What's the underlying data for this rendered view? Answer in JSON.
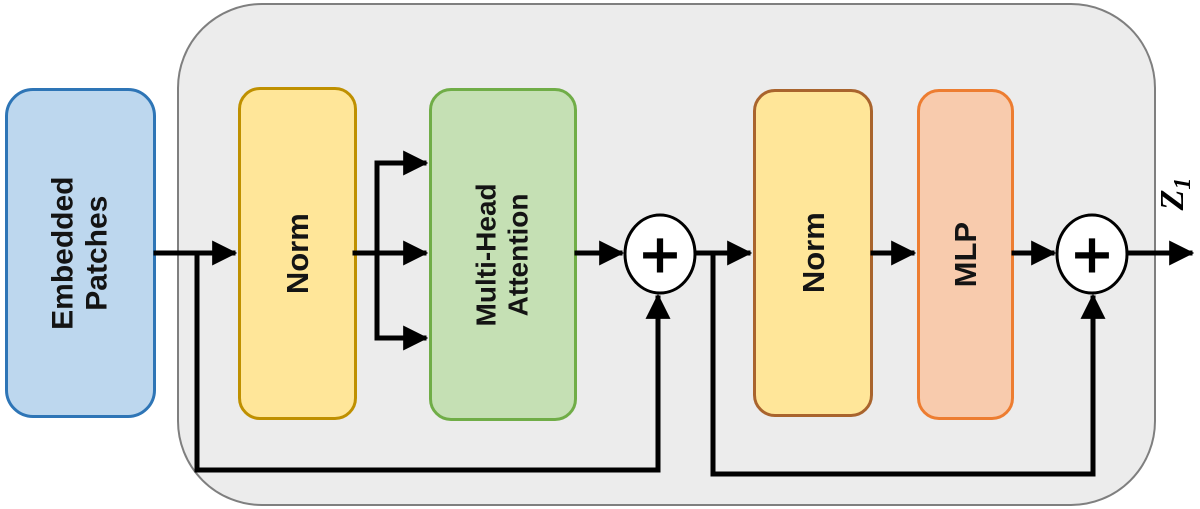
{
  "figure": {
    "background": "#ffffff",
    "line_color": "#000000",
    "encoder_container": {
      "fill": "#ececec",
      "border_color": "#7f7f7f"
    },
    "blocks": {
      "embedded_patches": {
        "line1": "Embedded",
        "line2": "Patches",
        "fill": "#bdd7ee",
        "border_color": "#2e75b6"
      },
      "norm1": {
        "label": "Norm",
        "fill": "#ffe699",
        "border_color": "#bf9000"
      },
      "multi_head_attention": {
        "line1": "Multi-Head",
        "line2": "Attention",
        "fill": "#c5e0b4",
        "border_color": "#70ad47"
      },
      "norm2": {
        "label": "Norm",
        "fill": "#ffe699",
        "border_color": "#a9642d"
      },
      "mlp": {
        "label": "MLP",
        "fill": "#f8cbad",
        "border_color": "#ed7d31"
      }
    },
    "operators": {
      "add1_symbol": "+",
      "add2_symbol": "+"
    },
    "output_label": {
      "base": "Z",
      "subscript": "1"
    }
  }
}
